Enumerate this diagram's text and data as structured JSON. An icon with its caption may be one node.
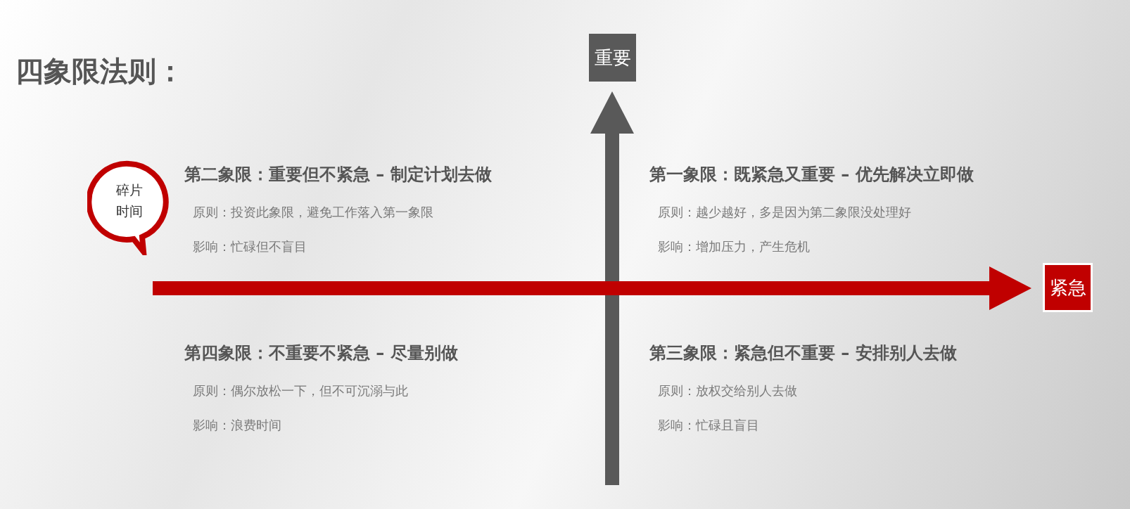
{
  "diagram": {
    "title": "四象限法则：",
    "nodes": [
      {
        "text": [
          "重要"
        ]
      },
      {
        "text": [
          "紧急"
        ]
      },
      {
        "text": [
          "碎片时间"
        ]
      }
    ],
    "edges": [
      {
        "from": null,
        "to": 0,
        "arrow": "to",
        "style": "thick",
        "color": "#595959"
      },
      {
        "from": null,
        "to": 1,
        "arrow": "to",
        "style": "thick",
        "color": "#c00000"
      }
    ],
    "labels": [
      "第二象限：重要但不紧急 – 制定计划去做",
      "原则：投资此象限，避免工作落入第一象限",
      "影响：忙碌但不盲目",
      "第一象限：既紧急又重要 – 优先解决立即做",
      "原则：越少越好，多是因为第二象限没处理好",
      "影响：增加压力，产生危机",
      "第四象限：不重要不紧急 – 尽量别做",
      "原则：偶尔放松一下，但不可沉溺与此",
      "影响：浪费时间",
      "第三象限：紧急但不重要 – 安排别人去做",
      "原则：放权交给别人去做",
      "影响：忙碌且盲目"
    ]
  }
}
